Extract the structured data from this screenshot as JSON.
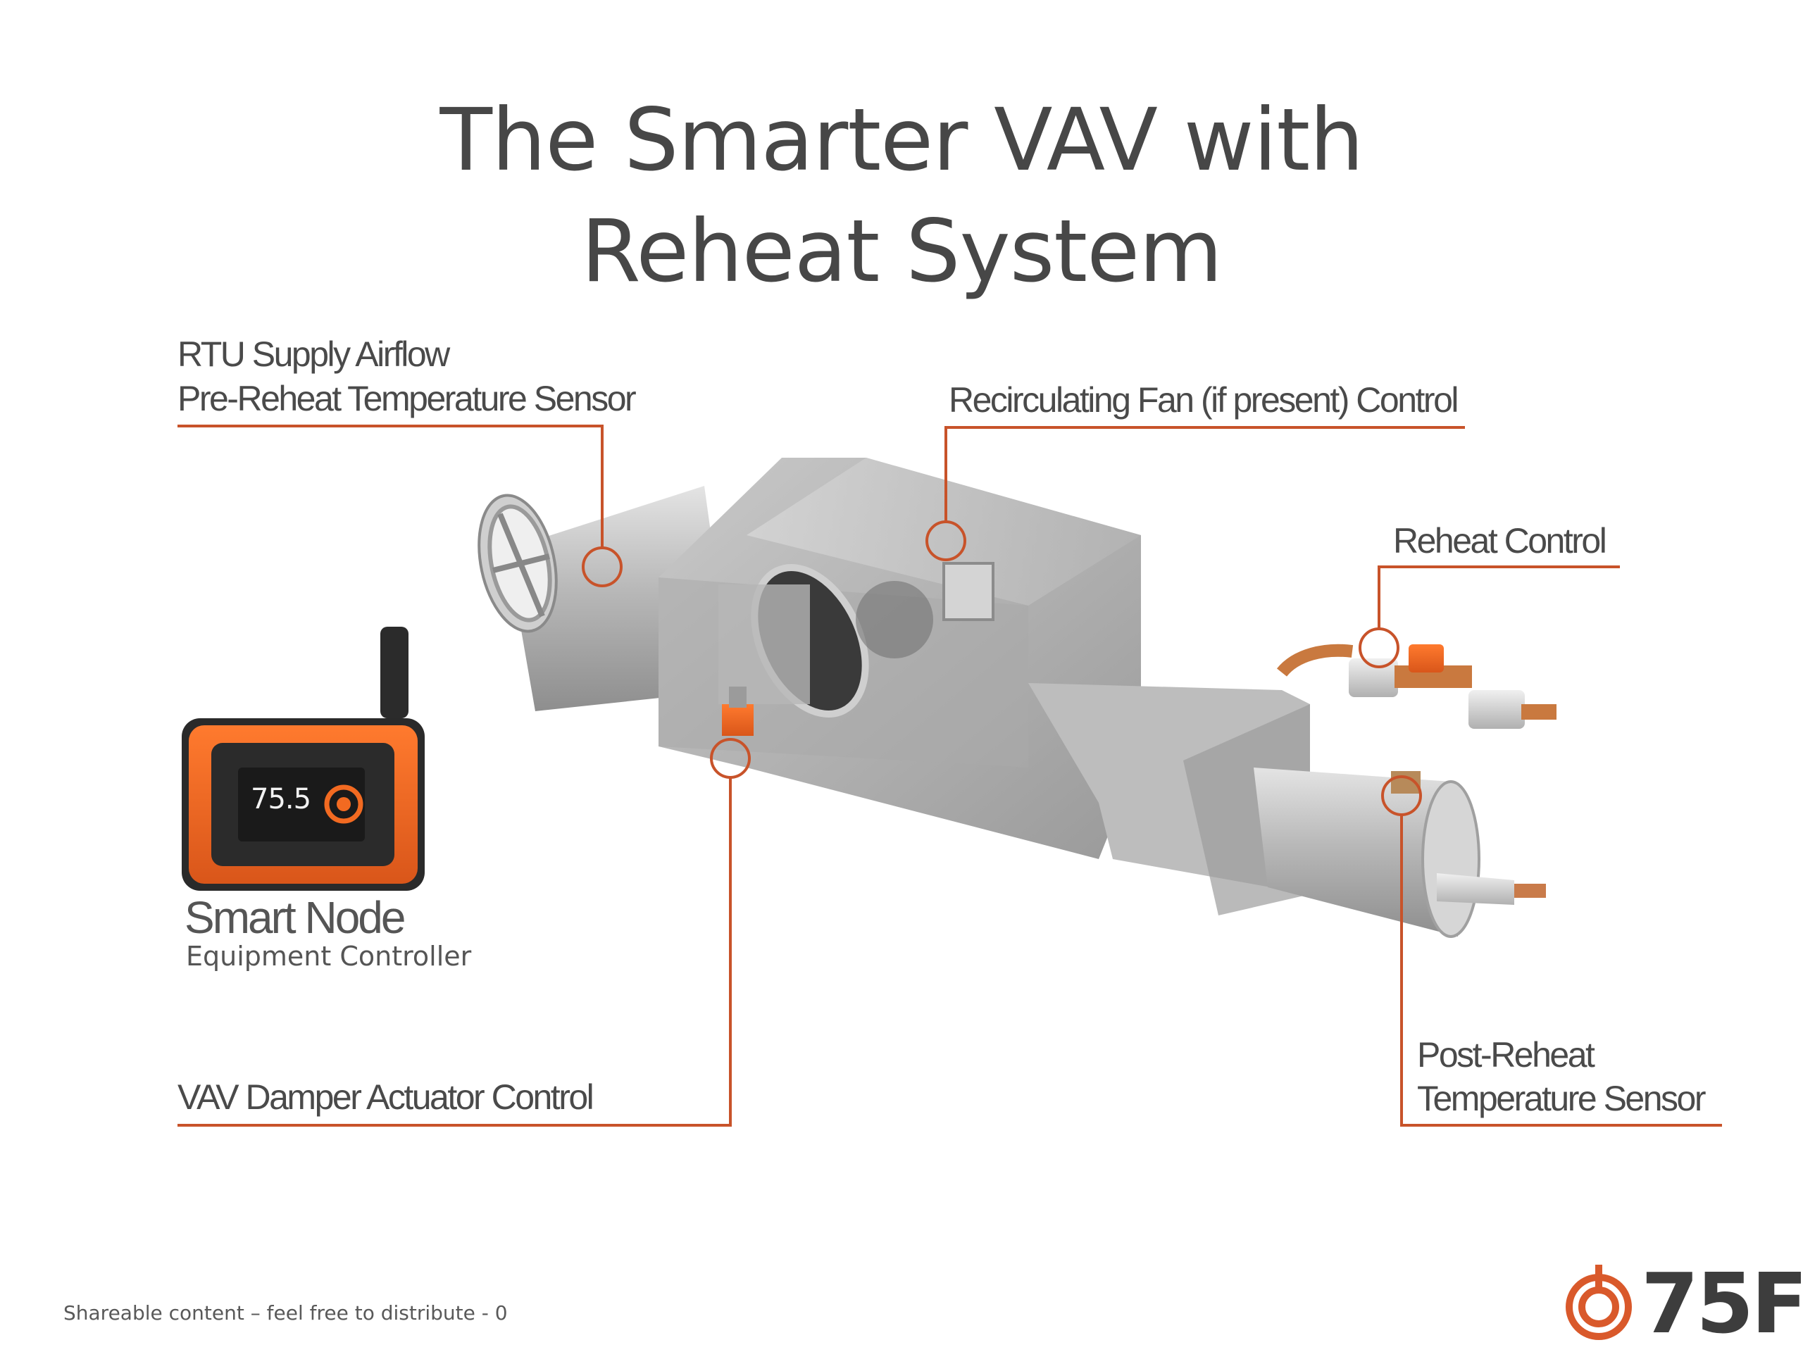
{
  "title": {
    "line1": "The Smarter VAV with",
    "line2": "Reheat System"
  },
  "callouts": {
    "rtu_line1": "RTU Supply Airflow",
    "rtu_line2": "Pre-Reheat Temperature Sensor",
    "fan": "Recirculating Fan (if present) Control",
    "reheat": "Reheat Control",
    "damper": "VAV Damper Actuator Control",
    "post_line1": "Post-Reheat",
    "post_line2": "Temperature Sensor"
  },
  "smart_node": {
    "name": "Smart Node",
    "subtitle": "Equipment Controller",
    "display_value": "75.5"
  },
  "footer": {
    "text": "Shareable content – feel free to distribute  - 0"
  },
  "brand": {
    "name": "75F",
    "accent_color": "#d9592b"
  },
  "colors": {
    "leader_line": "#c8532a",
    "title": "#474747",
    "controller_orange": "#f26a21"
  }
}
